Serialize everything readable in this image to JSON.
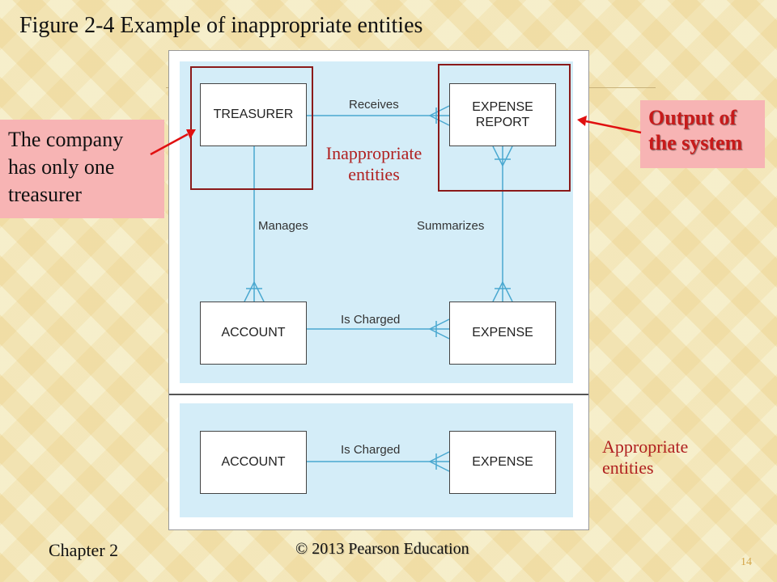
{
  "title": "Figure 2-4 Example of inappropriate entities",
  "entities": {
    "treasurer": "TREASURER",
    "expense_report": "EXPENSE REPORT",
    "account": "ACCOUNT",
    "expense": "EXPENSE",
    "account_2": "ACCOUNT",
    "expense_2": "EXPENSE"
  },
  "relationships": {
    "receives": "Receives",
    "manages": "Manages",
    "summarizes": "Summarizes",
    "is_charged": "Is Charged",
    "is_charged_2": "Is Charged"
  },
  "labels": {
    "inappropriate": "Inappropriate entities",
    "appropriate": "Appropriate entities"
  },
  "callouts": {
    "left": "The company has only one treasurer",
    "right": "Output of the system"
  },
  "footer": {
    "chapter": "Chapter 2",
    "copyright": "© 2013 Pearson Education",
    "page": "14"
  },
  "colors": {
    "panel": "#d4edf8",
    "line": "#4aa8d0",
    "highlight_box": "#8b1a1a",
    "arrow": "#e01010",
    "callout_bg": "#f7b4b4"
  }
}
